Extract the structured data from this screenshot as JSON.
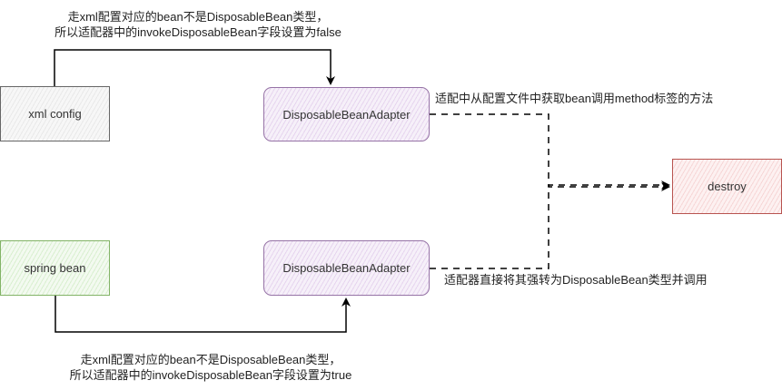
{
  "nodes": {
    "xml_config": {
      "label": "xml config",
      "stroke": "#666666",
      "fill": "#f5f5f5"
    },
    "adapter_top": {
      "label": "DisposableBeanAdapter",
      "stroke": "#9673a6",
      "fill": "#e1d5e7"
    },
    "spring_bean": {
      "label": "spring bean",
      "stroke": "#82b366",
      "fill": "#d5e8d4"
    },
    "adapter_bottom": {
      "label": "DisposableBeanAdapter",
      "stroke": "#9673a6",
      "fill": "#e1d5e7"
    },
    "destroy": {
      "label": "destroy",
      "stroke": "#b85450",
      "fill": "#f8cecc"
    }
  },
  "annotations": {
    "top_line1": "走xml配置对应的bean不是DisposableBean类型，",
    "top_line2": "所以适配器中的invokeDisposableBean字段设置为false",
    "right_top": "适配中从配置文件中获取bean调用method标签的方法",
    "right_bottom": "适配器直接将其强转为DisposableBean类型并调用",
    "bottom_line1": "走xml配置对应的bean不是DisposableBean类型，",
    "bottom_line2": "所以适配器中的invokeDisposableBean字段设置为true"
  },
  "edges": [
    {
      "from": "xml_config",
      "to": "adapter_top",
      "style": "solid"
    },
    {
      "from": "spring_bean",
      "to": "adapter_bottom",
      "style": "solid"
    },
    {
      "from": "adapter_top",
      "to": "destroy",
      "style": "dashed"
    },
    {
      "from": "adapter_bottom",
      "to": "destroy",
      "style": "dashed"
    }
  ]
}
